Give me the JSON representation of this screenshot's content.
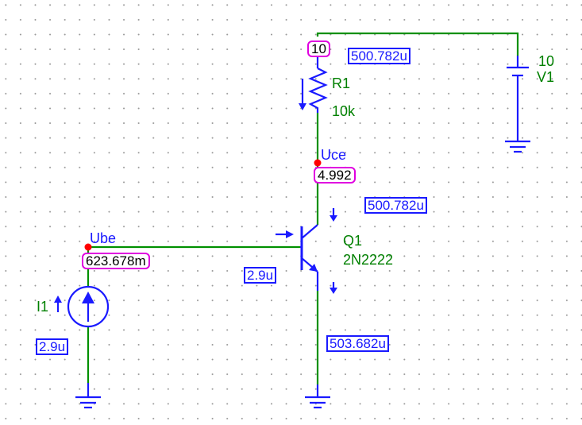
{
  "components": {
    "r1": {
      "name": "R1",
      "value": "10k"
    },
    "v1": {
      "name": "V1",
      "value": "10"
    },
    "q1": {
      "name": "Q1",
      "model": "2N2222"
    },
    "i1": {
      "name": "I1"
    }
  },
  "nodes": {
    "supply": {
      "voltage": "10"
    },
    "uce": {
      "name": "Uce",
      "voltage": "4.992"
    },
    "ube": {
      "name": "Ube",
      "voltage": "623.678m"
    }
  },
  "currents": {
    "r1": "500.782u",
    "collector": "500.782u",
    "base": "2.9u",
    "emitter": "503.682u",
    "i1": "2.9u"
  },
  "colors": {
    "wire_blue": "#1a1aff",
    "wire_green": "#009000",
    "node_dot": "#ff0000",
    "node_box": "#e000e0",
    "label_green": "#008000"
  }
}
